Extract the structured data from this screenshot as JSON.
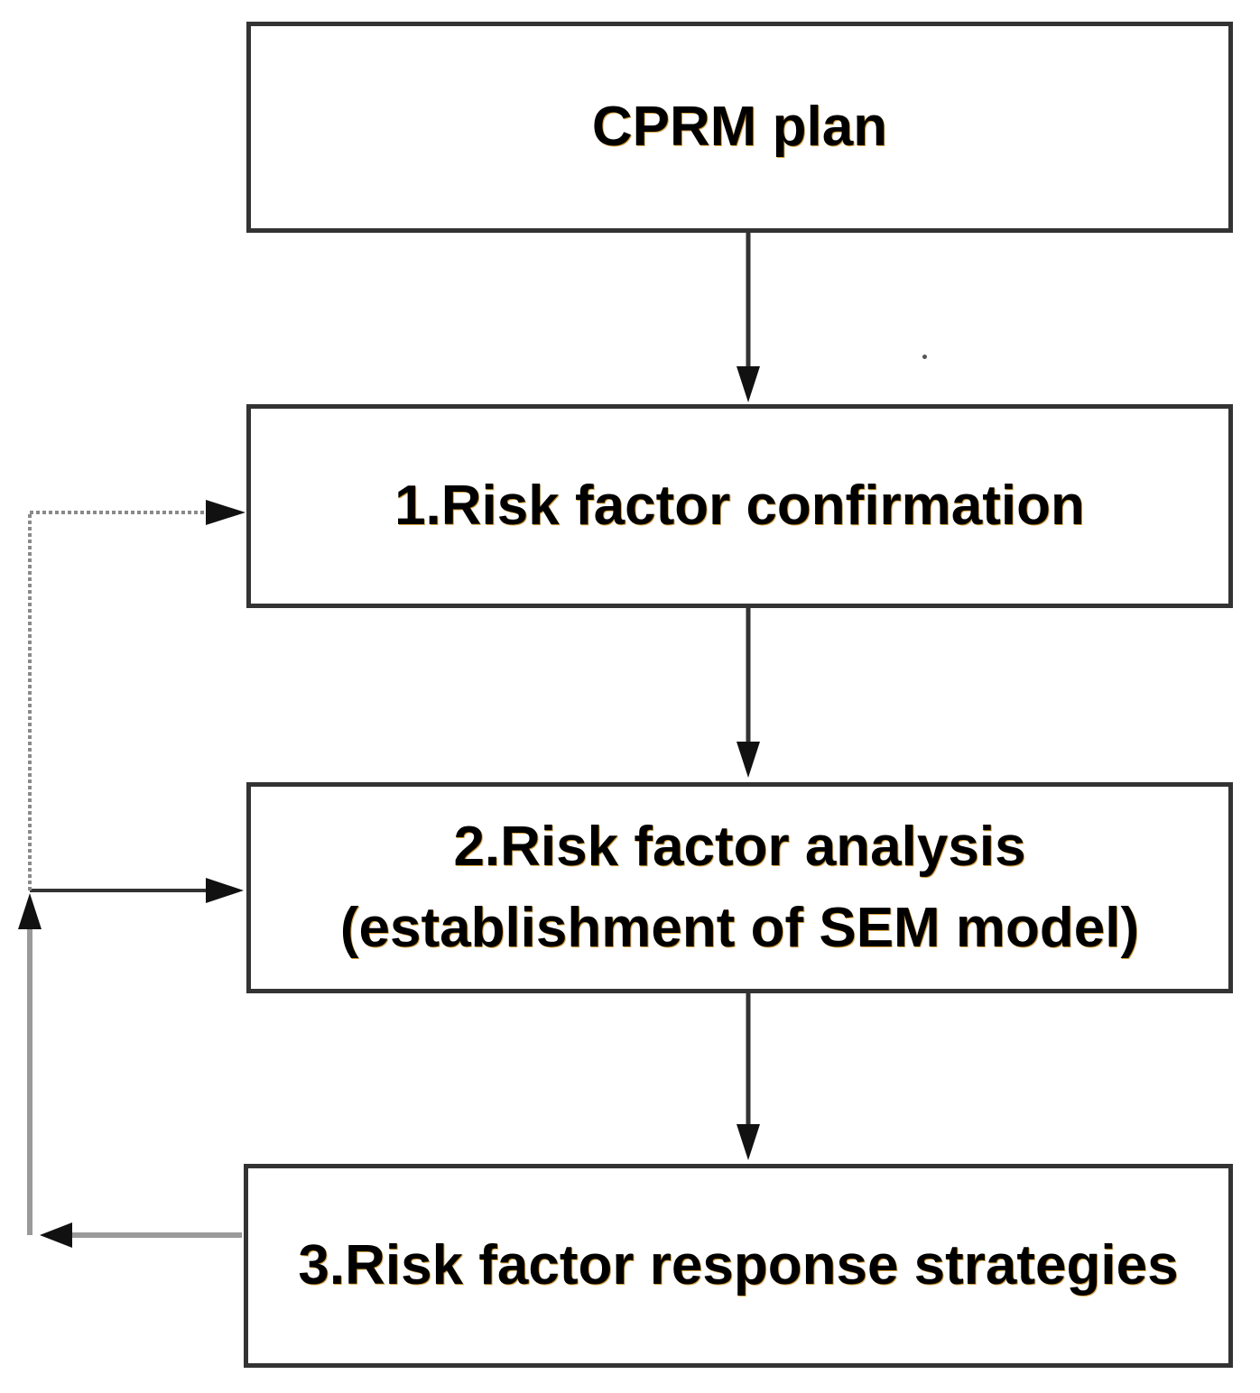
{
  "steps": [
    {
      "id": "plan",
      "lines": [
        "CPRM plan"
      ]
    },
    {
      "id": "confirmation",
      "lines": [
        "1.Risk factor confirmation"
      ]
    },
    {
      "id": "analysis",
      "lines": [
        "2.Risk factor analysis",
        "(establishment of SEM model)"
      ]
    },
    {
      "id": "response",
      "lines": [
        "3.Risk factor response strategies"
      ]
    }
  ],
  "connections": [
    {
      "from": "plan",
      "to": "confirmation",
      "style": "solid"
    },
    {
      "from": "confirmation",
      "to": "analysis",
      "style": "solid"
    },
    {
      "from": "analysis",
      "to": "response",
      "style": "solid"
    },
    {
      "from": "response",
      "to": "analysis",
      "style": "solid",
      "kind": "feedback"
    },
    {
      "from": "response",
      "to": "confirmation",
      "style": "dotted",
      "kind": "feedback"
    }
  ],
  "colors": {
    "box_border": "#333333",
    "arrow": "#333333",
    "feedback_line": "#9a9a9a",
    "text": "#000000",
    "text_halo": "#d9a23a"
  }
}
